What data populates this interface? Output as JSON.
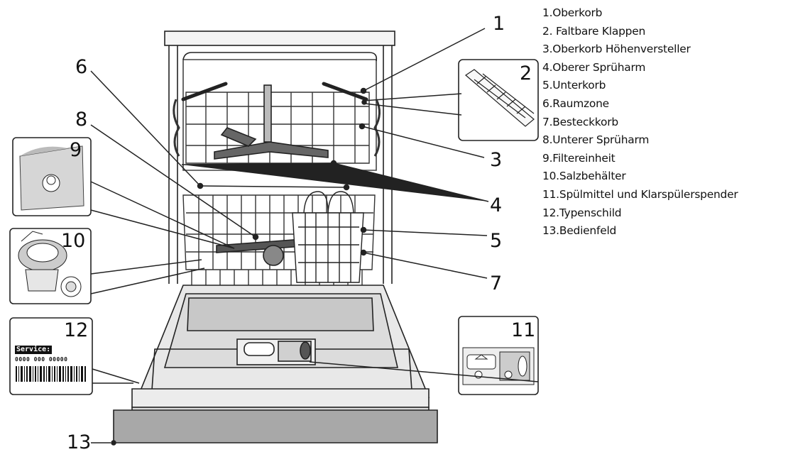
{
  "diagram": {
    "numbers": [
      "1",
      "2",
      "3",
      "4",
      "5",
      "6",
      "7",
      "8",
      "9",
      "10",
      "11",
      "12",
      "13"
    ],
    "legend": [
      "1.Oberkorb",
      "2. Faltbare Klappen",
      "3.Oberkorb Höhenversteller",
      "4.Oberer Sprüharm",
      "5.Unterkorb",
      "6.Raumzone",
      "7.Besteckkorb",
      "8.Unterer Sprüharm",
      "9.Filtereinheit",
      "10.Salzbehälter",
      "11.Spülmittel und Klarspülerspender",
      "12.Typenschild",
      "13.Bedienfeld"
    ],
    "rating_plate": {
      "service_label": "Service:",
      "service_number": "0000 000 00000"
    }
  }
}
